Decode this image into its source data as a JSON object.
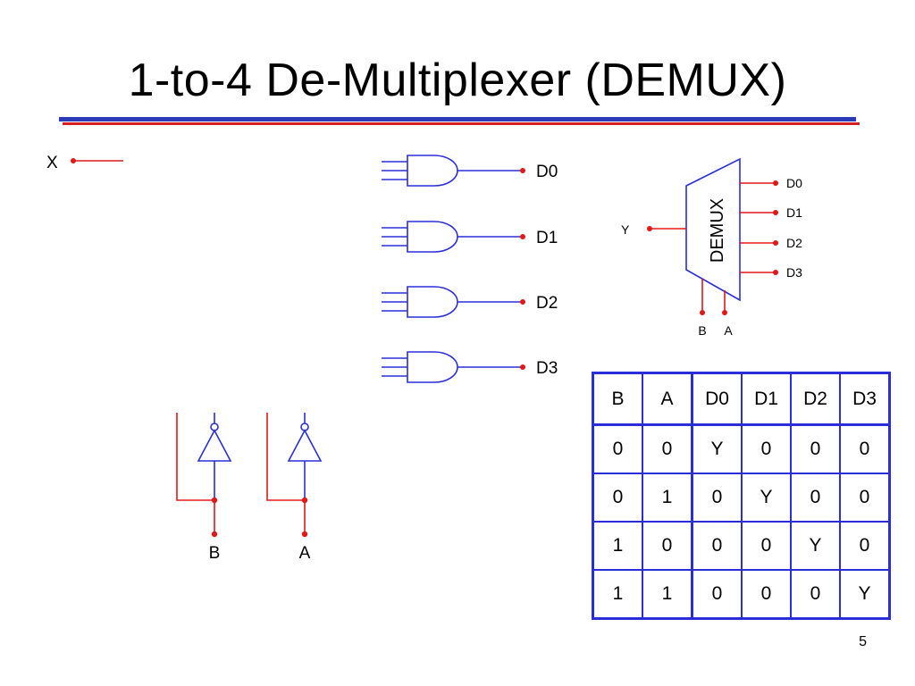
{
  "slide": {
    "title": "1-to-4 De-Multiplexer (DEMUX)",
    "page_number": "5"
  },
  "circuit": {
    "input_label": "X",
    "outputs": [
      "D0",
      "D1",
      "D2",
      "D3"
    ],
    "select_labels": [
      "B",
      "A"
    ]
  },
  "block_symbol": {
    "body_label": "DEMUX",
    "input_label": "Y",
    "outputs": [
      "D0",
      "D1",
      "D2",
      "D3"
    ],
    "select_labels": [
      "B",
      "A"
    ]
  },
  "truth_table": {
    "headers": [
      "B",
      "A",
      "D0",
      "D1",
      "D2",
      "D3"
    ],
    "rows": [
      [
        "0",
        "0",
        "Y",
        "0",
        "0",
        "0"
      ],
      [
        "0",
        "1",
        "0",
        "Y",
        "0",
        "0"
      ],
      [
        "1",
        "0",
        "0",
        "0",
        "Y",
        "0"
      ],
      [
        "1",
        "1",
        "0",
        "0",
        "0",
        "Y"
      ]
    ]
  },
  "colors": {
    "wire_blue": "#2a2ed8",
    "wire_red": "#e01818",
    "title_rule_blue": "#2b3bb8",
    "title_rule_red": "#d42020"
  }
}
